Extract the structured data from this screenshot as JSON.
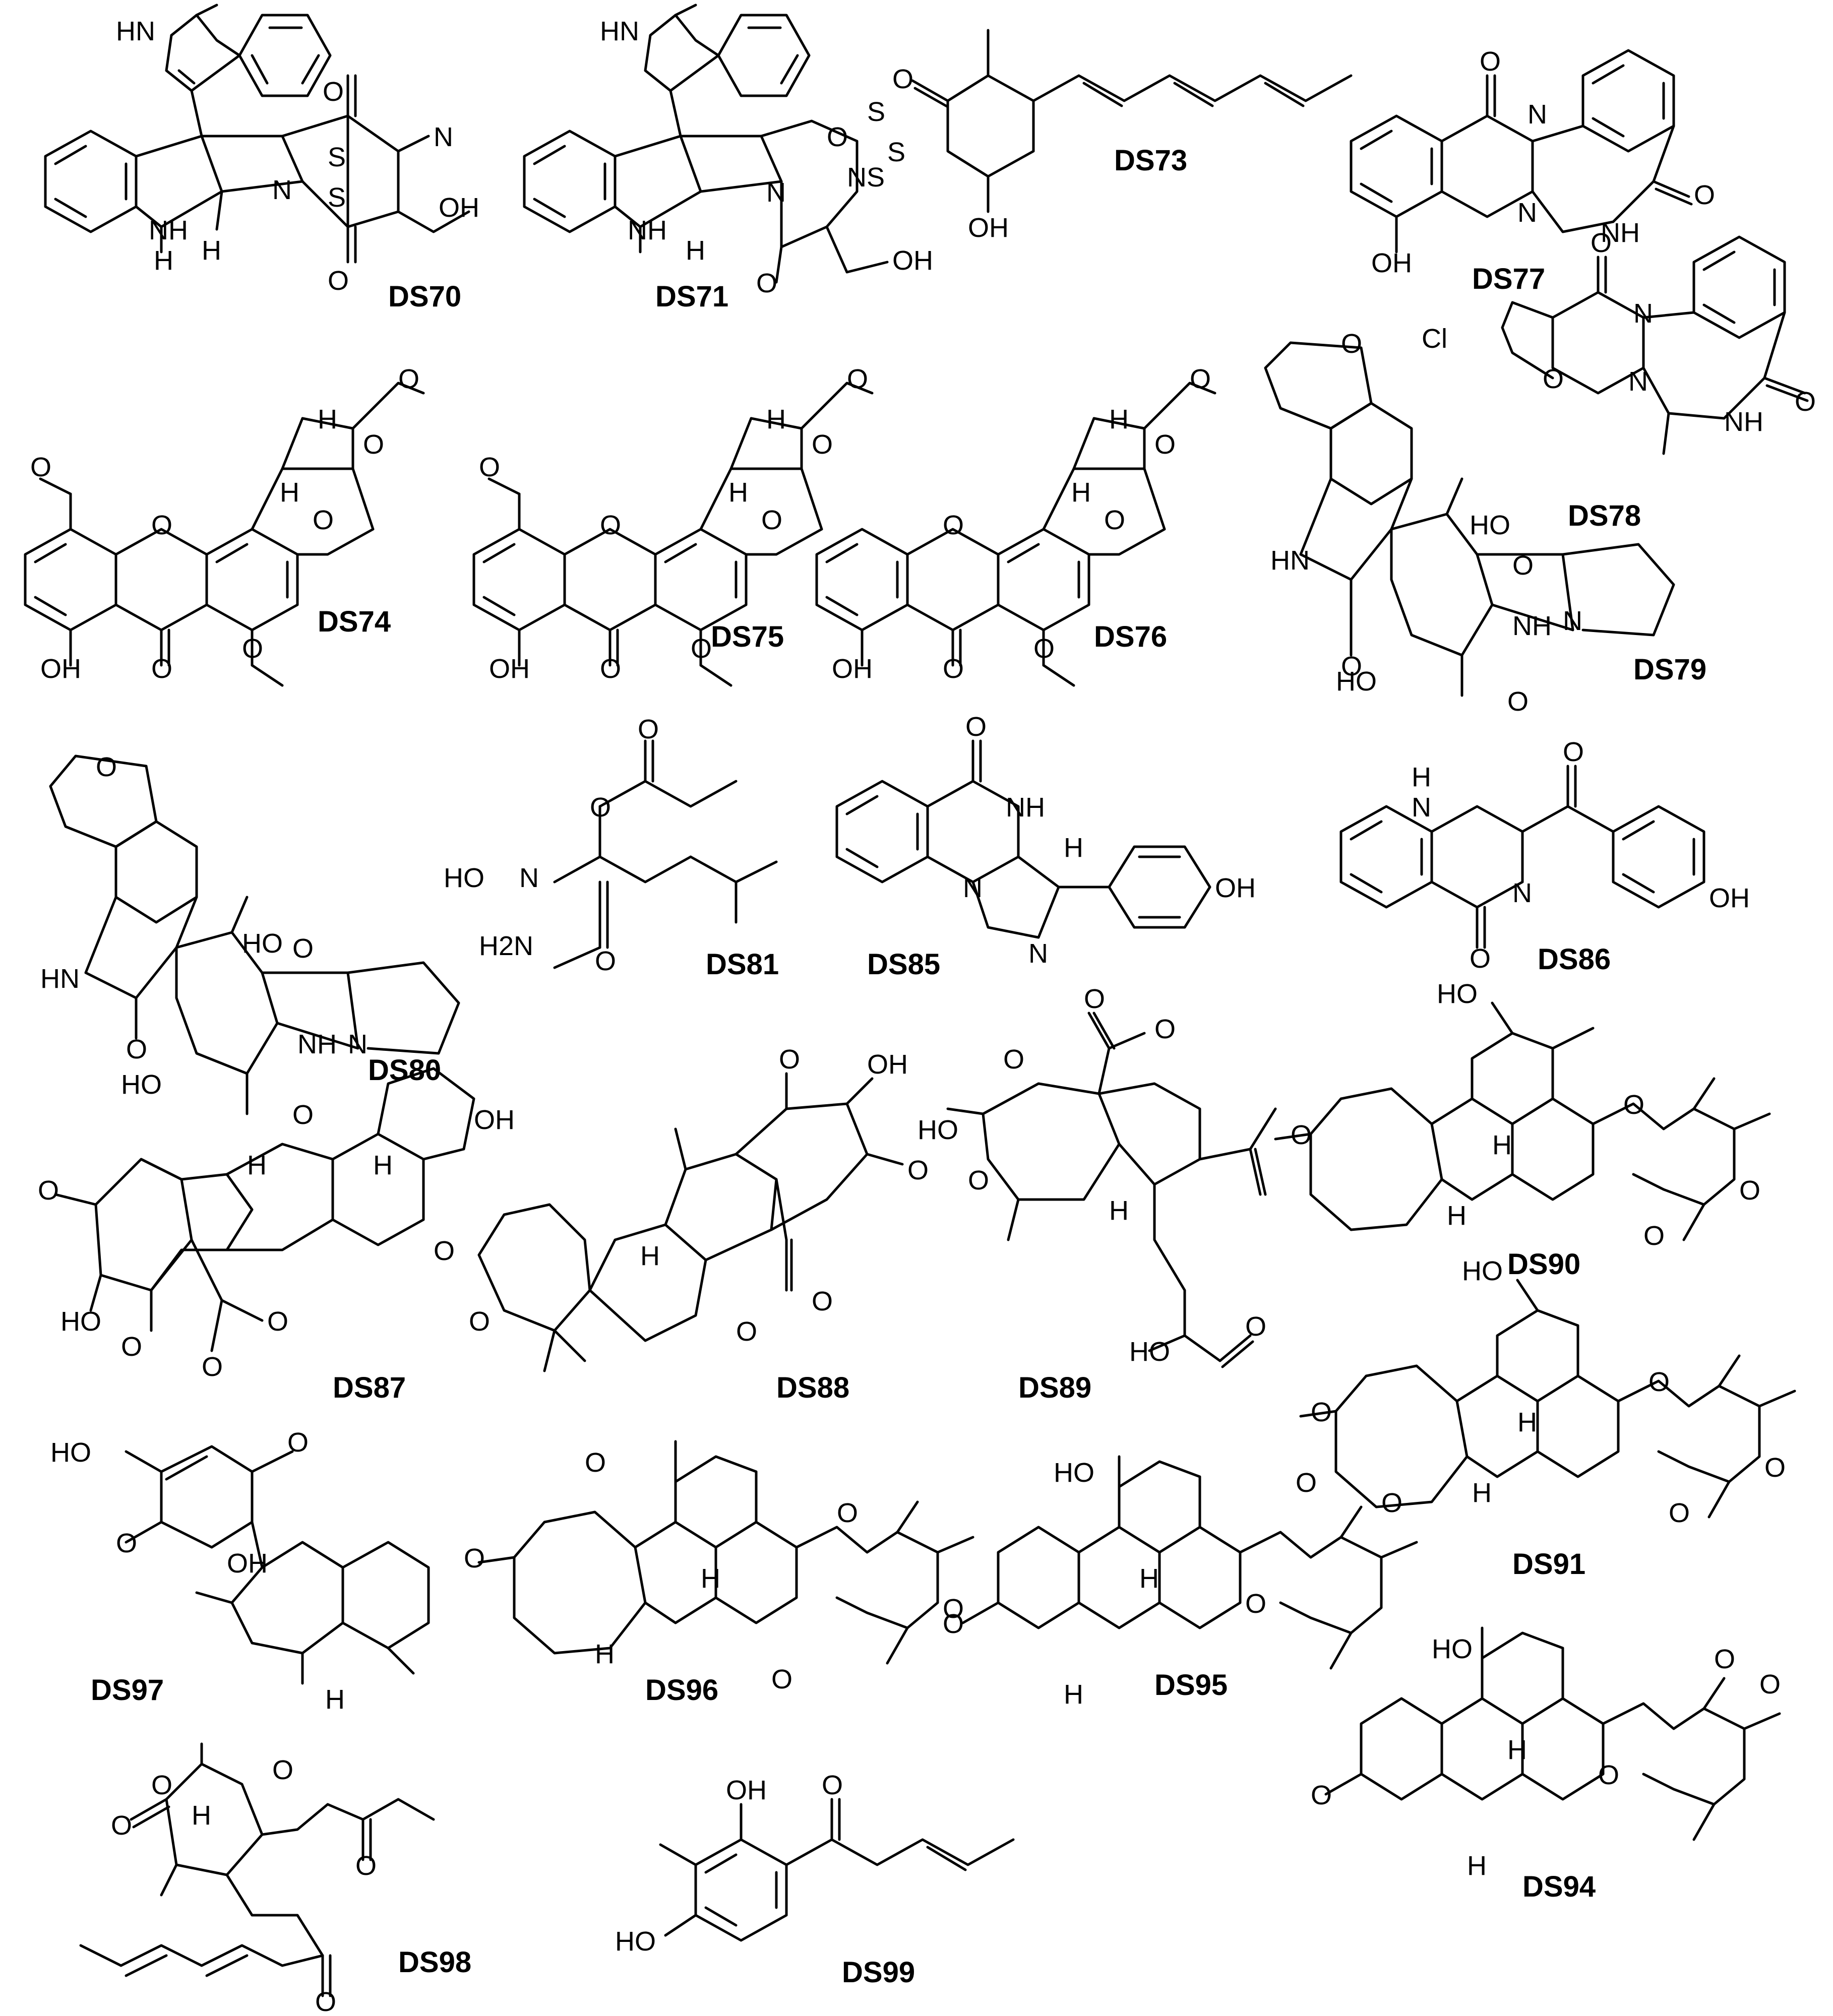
{
  "figure": {
    "compounds": [
      {
        "id": "DS70",
        "label": "DS70"
      },
      {
        "id": "DS71",
        "label": "DS71"
      },
      {
        "id": "DS73",
        "label": "DS73"
      },
      {
        "id": "DS77",
        "label": "DS77"
      },
      {
        "id": "DS74",
        "label": "DS74"
      },
      {
        "id": "DS75",
        "label": "DS75"
      },
      {
        "id": "DS76",
        "label": "DS76"
      },
      {
        "id": "DS78",
        "label": "DS78"
      },
      {
        "id": "DS79",
        "label": "DS79"
      },
      {
        "id": "DS80",
        "label": "DS80"
      },
      {
        "id": "DS81",
        "label": "DS81"
      },
      {
        "id": "DS85",
        "label": "DS85"
      },
      {
        "id": "DS86",
        "label": "DS86"
      },
      {
        "id": "DS87",
        "label": "DS87"
      },
      {
        "id": "DS88",
        "label": "DS88"
      },
      {
        "id": "DS89",
        "label": "DS89"
      },
      {
        "id": "DS90",
        "label": "DS90"
      },
      {
        "id": "DS91",
        "label": "DS91"
      },
      {
        "id": "DS97",
        "label": "DS97"
      },
      {
        "id": "DS96",
        "label": "DS96"
      },
      {
        "id": "DS95",
        "label": "DS95"
      },
      {
        "id": "DS94",
        "label": "DS94"
      },
      {
        "id": "DS98",
        "label": "DS98"
      },
      {
        "id": "DS99",
        "label": "DS99"
      }
    ],
    "atom_labels": {
      "hn": "HN",
      "nh": "NH",
      "n": "N",
      "o": "O",
      "s": "S",
      "h": "H",
      "oh": "OH",
      "ho": "HO",
      "cl": "Cl",
      "h2n": "H2N",
      "ns": "NS"
    }
  }
}
